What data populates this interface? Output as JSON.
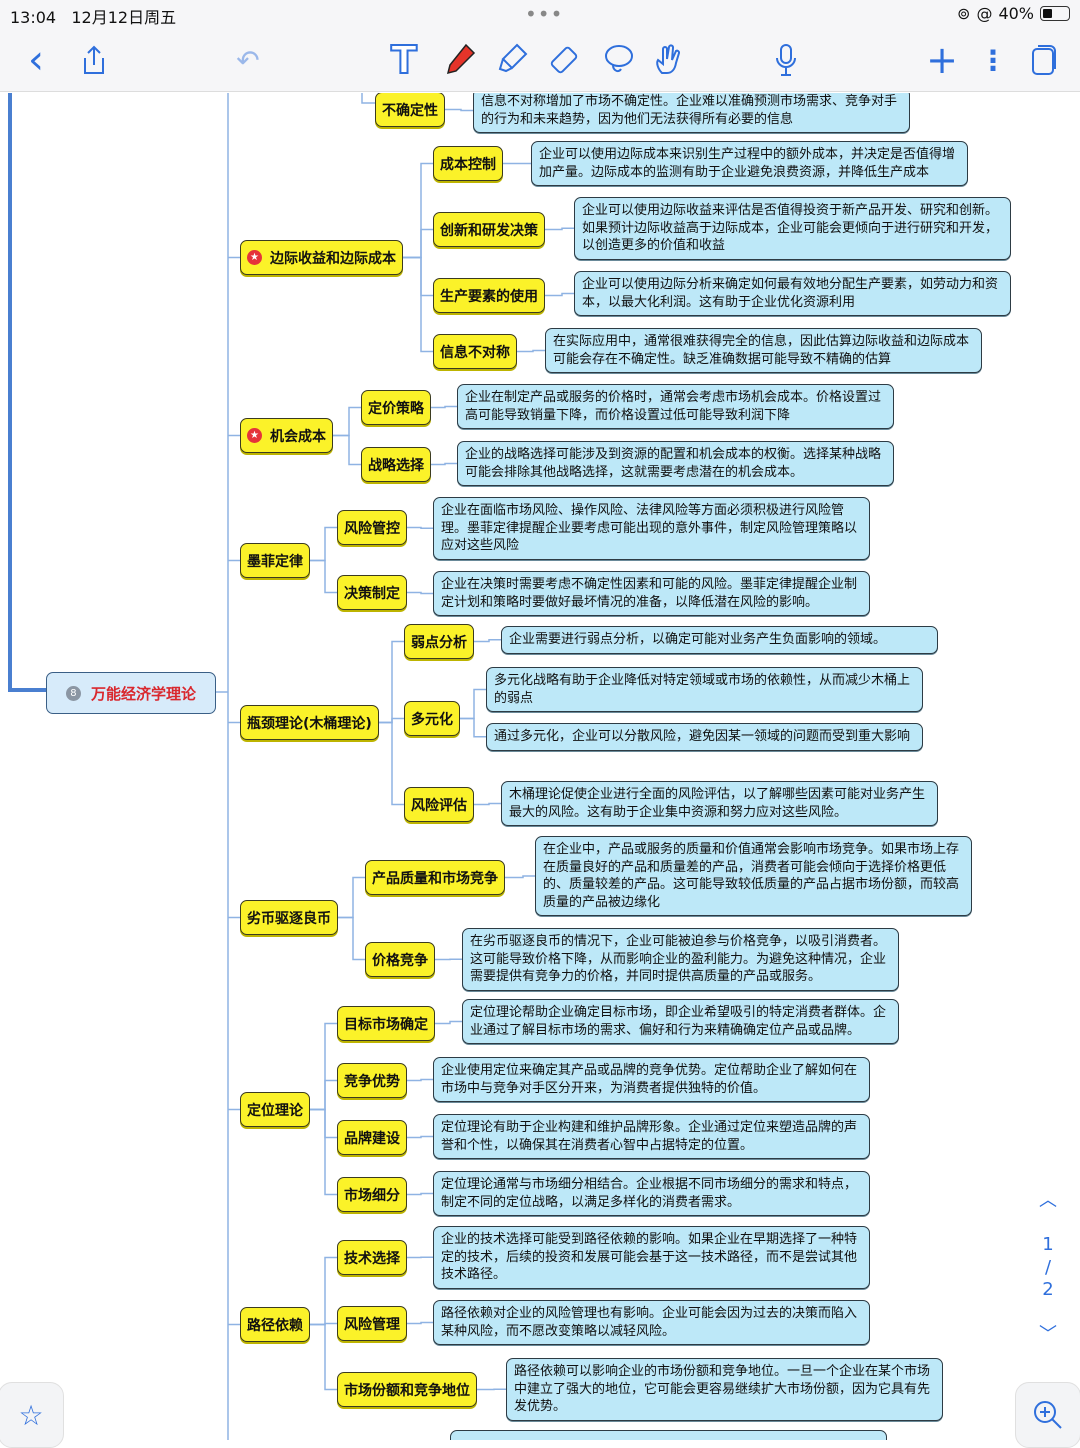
{
  "status": {
    "time": "13:04",
    "date": "12月12日周五",
    "dots": "•••",
    "battery": "40%",
    "battery_level": 0.4
  },
  "toolbar": {
    "back": "‹",
    "share": "⇪",
    "undo": "↶",
    "text": "T",
    "pen": "pen-icon",
    "highlighter": "highlighter-icon",
    "eraser": "eraser-icon",
    "lasso": "lasso-icon",
    "hand": "hand-icon",
    "mic": "mic-icon",
    "add": "+",
    "more": "⋮",
    "pages": "pages-icon",
    "accent": "#2f6fdc",
    "pen_color": "#e5342a"
  },
  "pager": {
    "current": "1",
    "sep": "/",
    "total": "2"
  },
  "mindmap": {
    "root": {
      "label": "万能经济学理论",
      "badge": "8"
    },
    "top_partial": {
      "label": "不确定性",
      "detail": "信息不对称增加了市场不确定性。企业难以准确预测市场需求、竞争对手的行为和未来趋势，因为他们无法获得所有必要的信息"
    },
    "branches": [
      {
        "label": "边际收益和边际成本",
        "children": [
          {
            "label": "成本控制",
            "details": [
              "企业可以使用边际成本来识别生产过程中的额外成本，并决定是否值得增加产量。边际成本的监测有助于企业避免浪费资源，并降低生产成本"
            ]
          },
          {
            "label": "创新和研发决策",
            "details": [
              "企业可以使用边际收益来评估是否值得投资于新产品开发、研究和创新。如果预计边际收益高于边际成本，企业可能会更倾向于进行研究和开发，以创造更多的价值和收益"
            ]
          },
          {
            "label": "生产要素的使用",
            "details": [
              "企业可以使用边际分析来确定如何最有效地分配生产要素，如劳动力和资本，以最大化利润。这有助于企业优化资源利用"
            ]
          },
          {
            "label": "信息不对称",
            "details": [
              "在实际应用中，通常很难获得完全的信息，因此估算边际收益和边际成本可能会存在不确定性。缺乏准确数据可能导致不精确的估算"
            ]
          }
        ]
      },
      {
        "label": "机会成本",
        "children": [
          {
            "label": "定价策略",
            "details": [
              "企业在制定产品或服务的价格时，通常会考虑市场机会成本。价格设置过高可能导致销量下降，而价格设置过低可能导致利润下降"
            ]
          },
          {
            "label": "战略选择",
            "details": [
              "企业的战略选择可能涉及到资源的配置和机会成本的权衡。选择某种战略可能会排除其他战略选择，这就需要考虑潜在的机会成本。"
            ]
          }
        ]
      },
      {
        "label": "墨菲定律",
        "children": [
          {
            "label": "风险管控",
            "details": [
              "企业在面临市场风险、操作风险、法律风险等方面必须积极进行风险管理。墨菲定律提醒企业要考虑可能出现的意外事件，制定风险管理策略以应对这些风险"
            ]
          },
          {
            "label": "决策制定",
            "details": [
              "企业在决策时需要考虑不确定性因素和可能的风险。墨菲定律提醒企业制定计划和策略时要做好最坏情况的准备，以降低潜在风险的影响。"
            ]
          }
        ]
      },
      {
        "label": "瓶颈理论(木桶理论)",
        "children": [
          {
            "label": "弱点分析",
            "details": [
              "企业需要进行弱点分析，以确定可能对业务产生负面影响的领域。"
            ]
          },
          {
            "label": "多元化",
            "details": [
              "多元化战略有助于企业降低对特定领域或市场的依赖性，从而减少木桶上的弱点",
              "通过多元化，企业可以分散风险，避免因某一领域的问题而受到重大影响"
            ]
          },
          {
            "label": "风险评估",
            "details": [
              "木桶理论促使企业进行全面的风险评估，以了解哪些因素可能对业务产生最大的风险。这有助于企业集中资源和努力应对这些风险。"
            ]
          }
        ]
      },
      {
        "label": "劣币驱逐良币",
        "children": [
          {
            "label": "产品质量和市场竞争",
            "details": [
              "在企业中，产品或服务的质量和价值通常会影响市场竞争。如果市场上存在质量良好的产品和质量差的产品，消费者可能会倾向于选择价格更低的、质量较差的产品。这可能导致较低质量的产品占据市场份额，而较高质量的产品被边缘化"
            ]
          },
          {
            "label": "价格竞争",
            "details": [
              "在劣币驱逐良币的情况下，企业可能被迫参与价格竞争，以吸引消费者。这可能导致价格下降，从而影响企业的盈利能力。为避免这种情况，企业需要提供有竞争力的价格，并同时提供高质量的产品或服务。"
            ]
          }
        ]
      },
      {
        "label": "定位理论",
        "children": [
          {
            "label": "目标市场确定",
            "details": [
              "定位理论帮助企业确定目标市场，即企业希望吸引的特定消费者群体。企业通过了解目标市场的需求、偏好和行为来精确确定位产品或品牌。"
            ]
          },
          {
            "label": "竞争优势",
            "details": [
              "企业使用定位来确定其产品或品牌的竞争优势。定位帮助企业了解如何在市场中与竞争对手区分开来，为消费者提供独特的价值。"
            ]
          },
          {
            "label": "品牌建设",
            "details": [
              "定位理论有助于企业构建和维护品牌形象。企业通过定位来塑造品牌的声誉和个性，以确保其在消费者心智中占据特定的位置。"
            ]
          },
          {
            "label": "市场细分",
            "details": [
              "定位理论通常与市场细分相结合。企业根据不同市场细分的需求和特点，制定不同的定位战略，以满足多样化的消费者需求。"
            ]
          }
        ]
      },
      {
        "label": "路径依赖",
        "children": [
          {
            "label": "技术选择",
            "details": [
              "企业的技术选择可能受到路径依赖的影响。如果企业在早期选择了一种特定的技术，后续的投资和发展可能会基于这一技术路径，而不是尝试其他技术路径。"
            ]
          },
          {
            "label": "风险管理",
            "details": [
              "路径依赖对企业的风险管理也有影响。企业可能会因为过去的决策而陷入某种风险，而不愿改变策略以减轻风险。"
            ]
          },
          {
            "label": "市场份额和竞争地位",
            "details": [
              "路径依赖可以影响企业的市场份额和竞争地位。一旦一个企业在某个市场中建立了强大的地位，它可能会更容易继续扩大市场份额，因为它具有先发优势。"
            ]
          }
        ]
      }
    ],
    "colors": {
      "topic": "#fbf229",
      "detail": "#bde8f8",
      "root": "#d7ebfa",
      "root_text": "#d9282e",
      "connector": "#8fb3e3"
    }
  }
}
